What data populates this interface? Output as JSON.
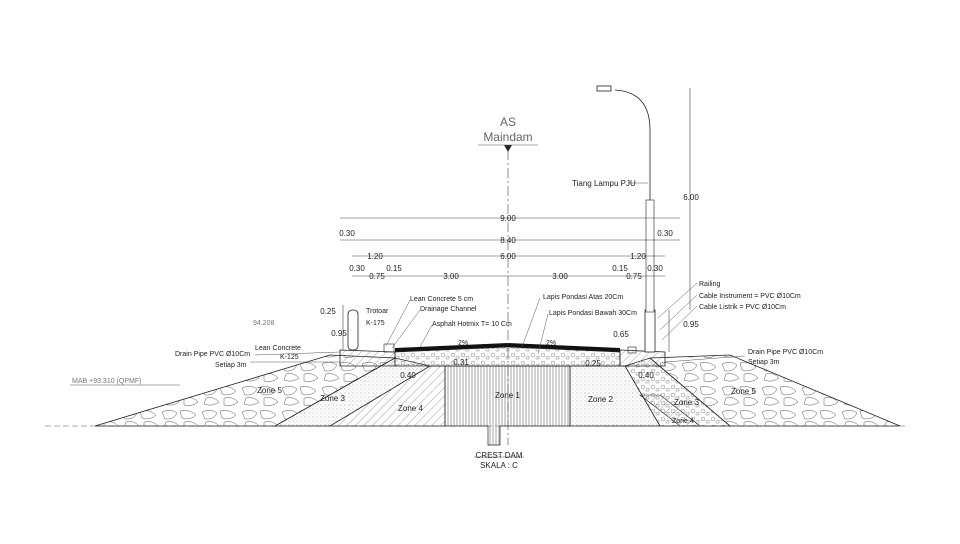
{
  "axis": {
    "title": "AS",
    "subtitle": "Maindam"
  },
  "dimensions": {
    "top_total": "9.00",
    "left_edge": "0.30",
    "right_edge": "0.30",
    "inner_total": "8.40",
    "left_walk": "1.20",
    "carriage": "6.00",
    "right_walk": "1.20",
    "l_030": "0.30",
    "l_075": "0.75",
    "l_015": "0.15",
    "lane_left": "3.00",
    "lane_right": "3.00",
    "r_015": "0.15",
    "r_030": "0.30",
    "r_075": "0.75",
    "pole_height": "6.00",
    "left_025": "0.25",
    "left_095": "0.95",
    "right_065": "0.65",
    "right_095": "0.95",
    "dim_040_left": "0.40",
    "dim_040_right": "0.40",
    "dim_031": "0.31",
    "dim_025": "0.25"
  },
  "labels": {
    "elev_94208": "94.208",
    "mab": "MAB +93.310 (QPMF)",
    "tiang_lampu": "Tiang Lampu PJU",
    "trotoar": "Trotoar",
    "k175": "K-175",
    "lean_concrete_5cm": "Lean Concrete 5 cm",
    "drainage_channel": "Drainage Channel",
    "asphalt": "Asphalt Hotmix T= 10 Cm",
    "lapis_atas": "Lapis Pondasi Atas 20Cm",
    "lapis_bawah": "Lapis Pondasi Bawah 30Cm",
    "railing": "Railing",
    "cable_instrument": "Cable Instrument = PVC Ø10Cm",
    "cable_listrik": "Cable Listrik = PVC Ø10Cm",
    "lean_concrete_left": "Lean Concrete",
    "k125": "K-125",
    "drain_left_1": "Drain Pipe PVC Ø10Cm",
    "drain_left_2": "Setiap 3m",
    "drain_right_1": "Drain Pipe PVC Ø10Cm",
    "drain_right_2": "Setiap 3m",
    "slope_left": "2%",
    "slope_right": "2%",
    "zone5_left": "Zone 5",
    "zone3_left": "Zone 3",
    "zone4_left": "Zone 4",
    "zone1": "Zone 1",
    "zone2": "Zone 2",
    "zone3_right": "Zone 3",
    "zone4_right": "Zone 4",
    "zone5_right": "Zone 5"
  },
  "caption": {
    "title": "CREST DAM",
    "scale": "SKALA : C"
  }
}
